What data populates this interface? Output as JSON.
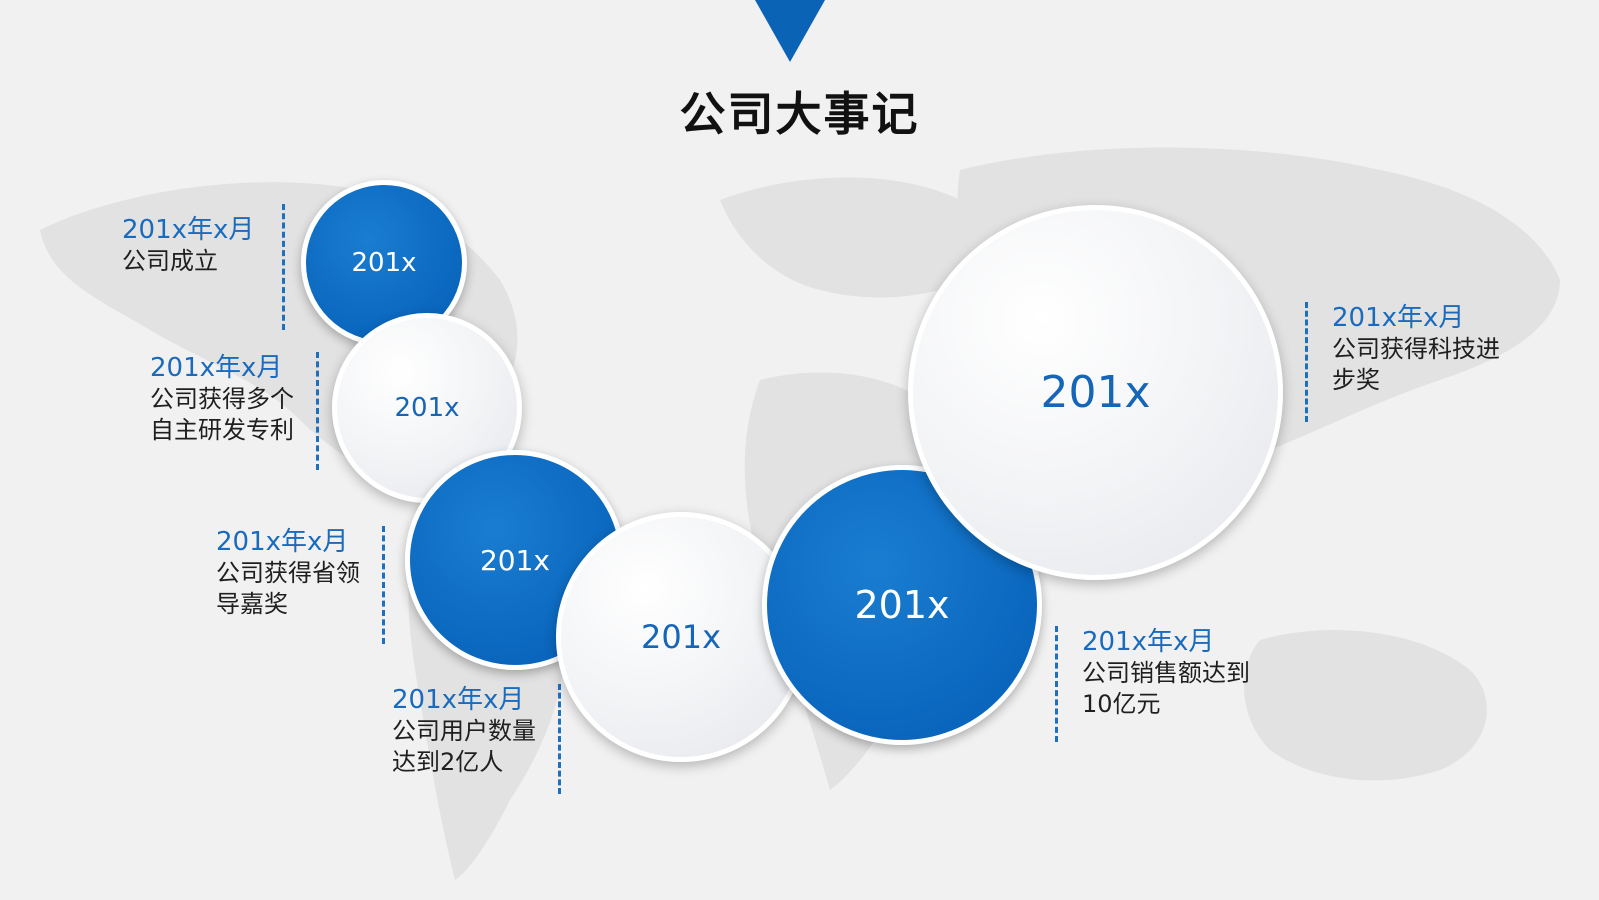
{
  "slide": {
    "title": "公司大事记",
    "accent_color": "#0b68bf",
    "background_color": "#f1f1f1"
  },
  "milestones": [
    {
      "circle_label": "201x",
      "date": "201x年x月",
      "description": "公司成立",
      "circle_style": "blue"
    },
    {
      "circle_label": "201x",
      "date": "201x年x月",
      "description": "公司获得多个自主研发专利",
      "circle_style": "white"
    },
    {
      "circle_label": "201x",
      "date": "201x年x月",
      "description": "公司获得省领导嘉奖",
      "circle_style": "blue"
    },
    {
      "circle_label": "201x",
      "date": "201x年x月",
      "description": "公司用户数量达到2亿人",
      "circle_style": "white"
    },
    {
      "circle_label": "201x",
      "date": "201x年x月",
      "description": "公司销售额达到10亿元",
      "circle_style": "blue"
    },
    {
      "circle_label": "201x",
      "date": "201x年x月",
      "description": "公司获得科技进步奖",
      "circle_style": "white"
    }
  ]
}
